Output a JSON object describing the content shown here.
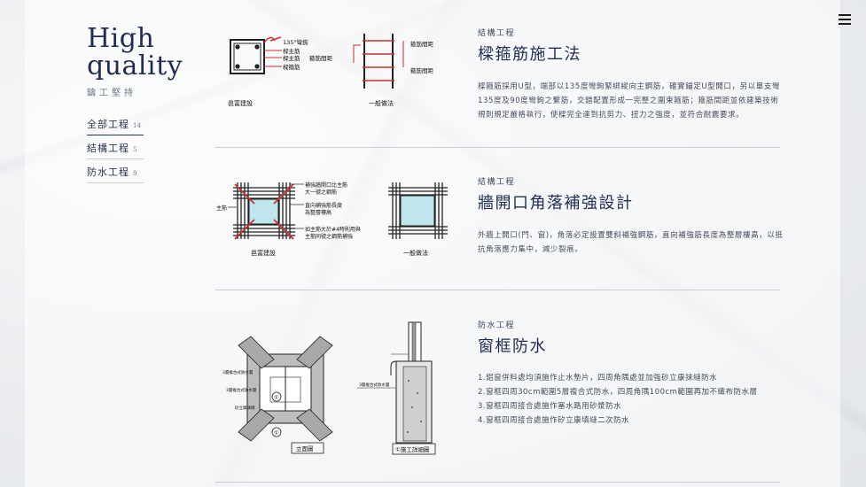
{
  "brand": {
    "line1": "High",
    "line2": "quality",
    "subtitle": "鑄工堅持"
  },
  "categories": [
    {
      "label": "全部工程",
      "count": "14"
    },
    {
      "label": "結構工程",
      "count": "5"
    },
    {
      "label": "防水工程",
      "count": "9"
    }
  ],
  "entries": [
    {
      "category": "結構工程",
      "title": "樑箍筋施工法",
      "description": "樑箍筋採用U型，端部以135度彎鉤緊綁縱向主鋼筋，確實錨定U型開口，另以單支彎135度及90度彎鉤之繫筋，交錯配置形成一完整之圍束箍筋；箍筋間距並依建築技術規則規定嚴格執行，使樑完全達到抗剪力、扭力之強度，並符合耐震要求。",
      "diagram": {
        "labels": [
          "135°彎鉤",
          "樑主筋",
          "樑主筋",
          "箍筋間距",
          "樑箍筋",
          "箍筋間距",
          "箍筋間距"
        ],
        "caption_left": "邑富建設",
        "caption_right": "一般做法"
      }
    },
    {
      "category": "結構工程",
      "title": "牆開口角落補強設計",
      "description": "外牆上開口(門、窗)，角落必定設置雙斜補強鋼筋，直向補強筋長度為整層樓高，以抵抗角落應力集中，減少裂痕。",
      "diagram": {
        "labels": [
          "補強牆開口比主筋",
          "大一號之鋼筋",
          "主筋",
          "直向補強筋長度",
          "為整層樓高",
          "如主筋大於#4時則用與",
          "主筋同號之鋼筋補強"
        ],
        "caption_left": "邑富建設",
        "caption_right": "一般做法"
      }
    },
    {
      "category": "防水工程",
      "title": "窗框防水",
      "items": [
        "1.鋁窗併料處均須施作止水墊片，四周角隅處並加強砂立康抹縫防水",
        "2.窗框四周30cm範圍5層複合式防水，四周角隅100cm範圍再加不織布防水層",
        "3.窗框四周接合處施作塞水路用砂漿防水",
        "4.窗框四周接合處施作矽立康填縫二次防水"
      ],
      "diagram": {
        "labels": [
          "3層複合式防水層",
          "3層複合式防水層",
          "砂立康填縫",
          "①",
          "①",
          "3層複合式防水層"
        ],
        "caption_left": "立面圖",
        "caption_right": "①施工詳細圖"
      }
    }
  ],
  "colors": {
    "accent": "#1f2d52",
    "rebar_red": "#c8312d",
    "glass": "#bfe6ec"
  }
}
